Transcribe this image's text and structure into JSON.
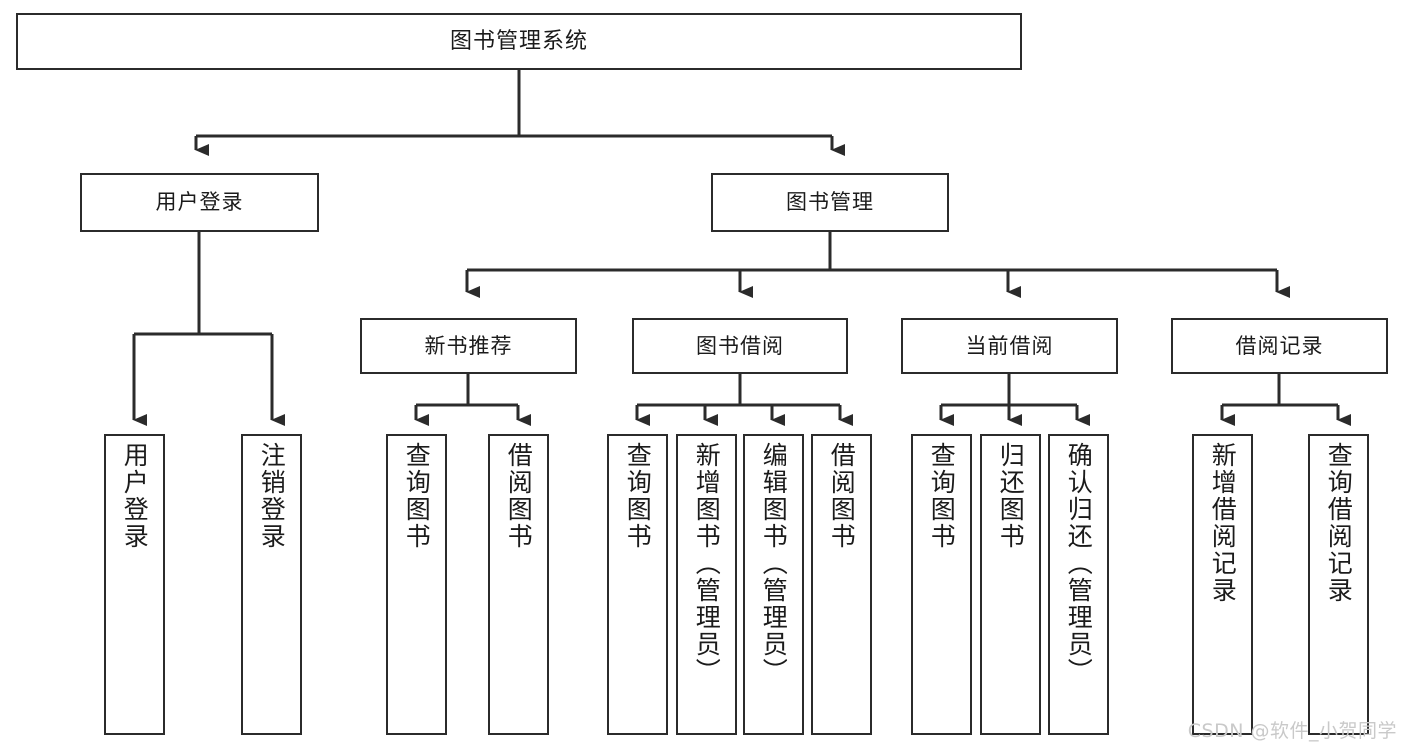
{
  "diagram": {
    "type": "tree",
    "title": "图书管理系统",
    "style": {
      "box_fill": "#ffffff",
      "box_stroke": "#2b2b2b",
      "line_color": "#2b2b2b",
      "text_color": "#1b1b1b",
      "background": "#ffffff",
      "watermark_color": "#c9c9c9"
    },
    "root": {
      "label": "图书管理系统"
    },
    "level1": [
      {
        "label": "用户登录"
      },
      {
        "label": "图书管理"
      }
    ],
    "level2": [
      {
        "label": "新书推荐"
      },
      {
        "label": "图书借阅"
      },
      {
        "label": "当前借阅"
      },
      {
        "label": "借阅记录"
      }
    ],
    "leaves": {
      "user_login": [
        {
          "label": "用户登录"
        },
        {
          "label": "注销登录"
        }
      ],
      "new_book": [
        {
          "label": "查询图书"
        },
        {
          "label": "借阅图书"
        }
      ],
      "book_borrow": [
        {
          "label": "查询图书"
        },
        {
          "label": "新增图书（管理员）"
        },
        {
          "label": "编辑图书（管理员）"
        },
        {
          "label": "借阅图书"
        }
      ],
      "current_borrow": [
        {
          "label": "查询图书"
        },
        {
          "label": "归还图书"
        },
        {
          "label": "确认归还（管理员）"
        }
      ],
      "borrow_record": [
        {
          "label": "新增借阅记录"
        },
        {
          "label": "查询借阅记录"
        }
      ]
    }
  },
  "watermark": {
    "text": "CSDN @软件_小贺同学"
  }
}
